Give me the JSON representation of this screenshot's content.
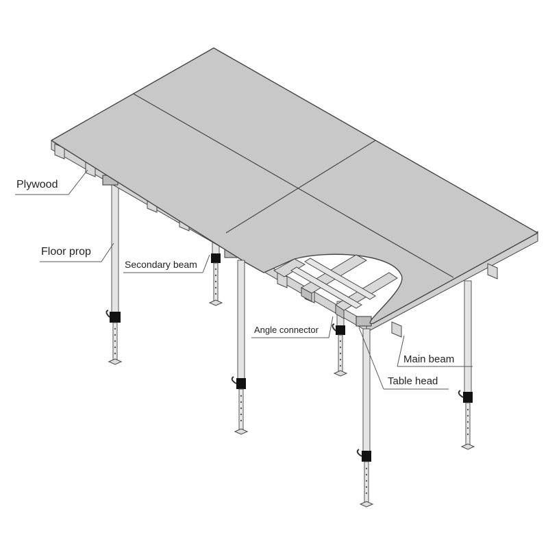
{
  "diagram": {
    "subject": "Table formwork system (isometric view)",
    "colors": {
      "plywood_fill": "#c8c8c8",
      "beam_fill": "#d6d6d6",
      "prop_fill": "#e2e2e2",
      "outline": "#444444",
      "leader_line": "#555555",
      "label_text": "#222222",
      "background": "#ffffff"
    },
    "labels": [
      {
        "id": "plywood",
        "text": "Plywood"
      },
      {
        "id": "floor-prop",
        "text": "Floor prop"
      },
      {
        "id": "secondary-beam",
        "text": "Secondary beam"
      },
      {
        "id": "angle-connector",
        "text": "Angle connector"
      },
      {
        "id": "main-beam",
        "text": "Main beam"
      },
      {
        "id": "table-head",
        "text": "Table head"
      }
    ],
    "components": {
      "plywood_panels": 4,
      "floor_props": 6
    }
  }
}
